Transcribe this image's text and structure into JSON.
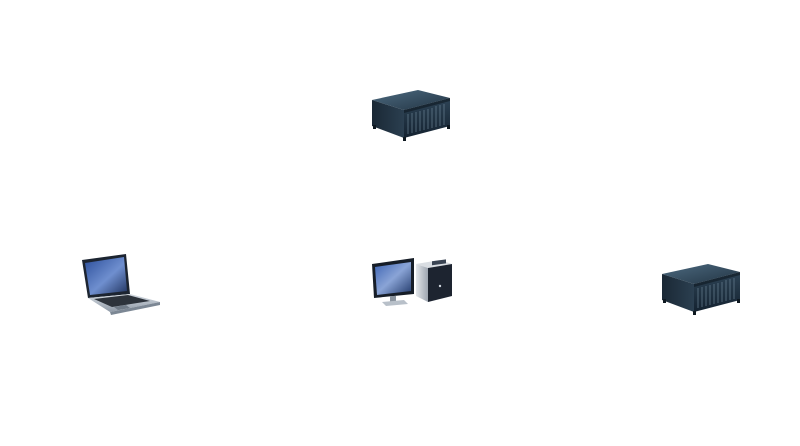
{
  "diagram": {
    "background": "#ffffff",
    "nodes": [
      {
        "id": "server-top",
        "type": "server",
        "icon": "rack-server-icon",
        "label": ""
      },
      {
        "id": "laptop",
        "type": "laptop",
        "icon": "laptop-icon",
        "label": ""
      },
      {
        "id": "desktop",
        "type": "desktop",
        "icon": "desktop-computer-icon",
        "label": ""
      },
      {
        "id": "server-right",
        "type": "server",
        "icon": "rack-server-icon",
        "label": ""
      }
    ],
    "edges": [],
    "colors": {
      "server_body": "#1f2f3d",
      "server_top": "#3a5266",
      "screen_blue": "#4a6fb5",
      "laptop_silver": "#b9c2cc",
      "tower_silver": "#c9ced6"
    }
  }
}
